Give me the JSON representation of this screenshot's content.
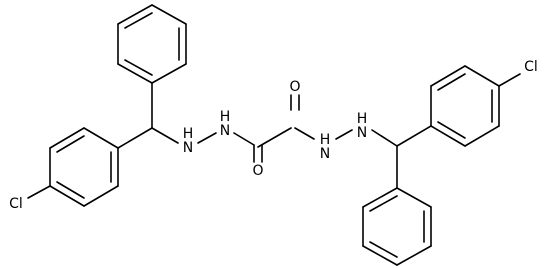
{
  "atom_labels": {
    "cl_left": "Cl",
    "cl_right": "Cl",
    "nh_left_outer": "H",
    "n_left_outer": "N",
    "nh_left_inner": "H",
    "n_left_inner": "N",
    "o_lower": "O",
    "o_upper": "O",
    "nh_right_inner": "H",
    "n_right_inner": "N",
    "nh_right_outer": "H",
    "n_right_outer": "N"
  },
  "colors": {
    "bond": "#000000",
    "label": "#000000",
    "background": "#ffffff"
  }
}
